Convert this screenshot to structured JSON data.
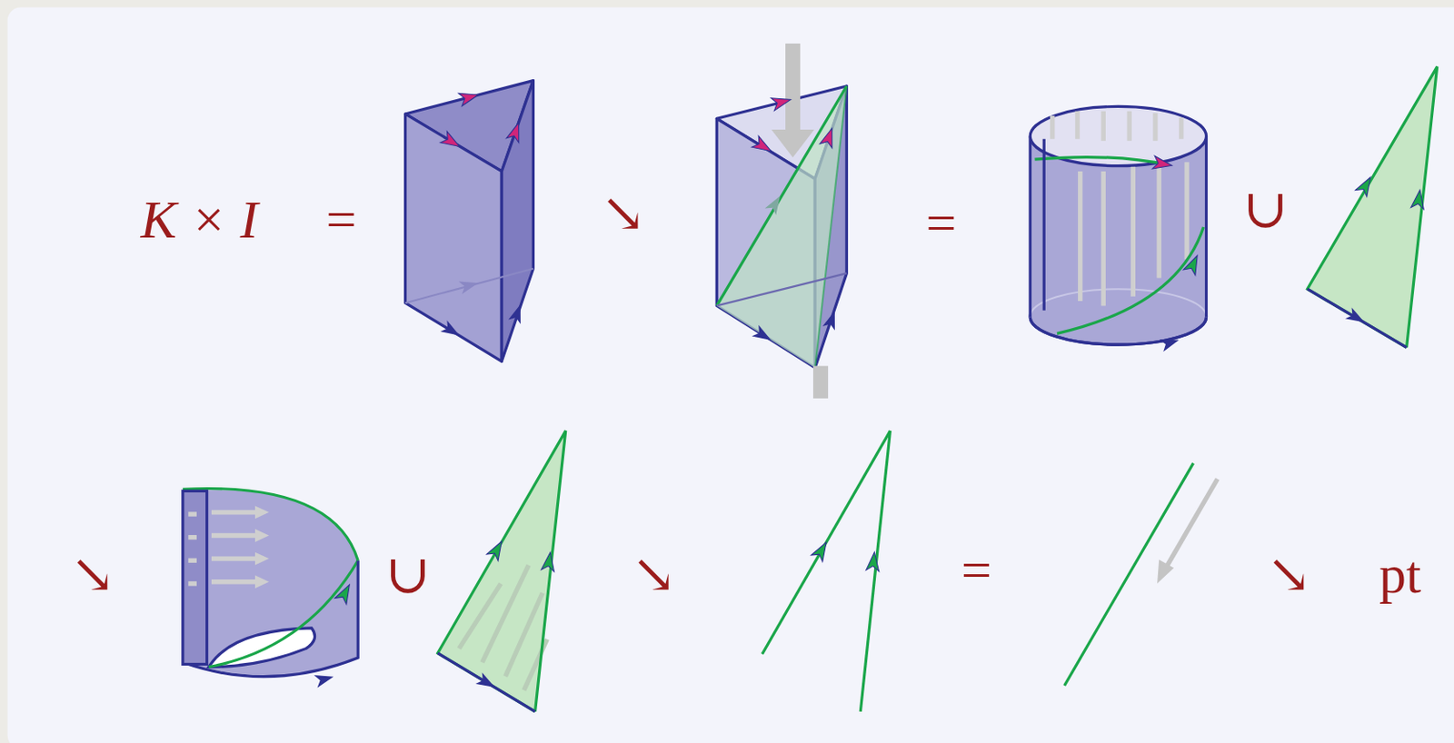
{
  "diagram": {
    "labels": [
      "K × I",
      "=",
      "↘",
      "=",
      "∪",
      "↘",
      "∪",
      "↘",
      "=",
      "↘",
      "pt"
    ]
  }
}
